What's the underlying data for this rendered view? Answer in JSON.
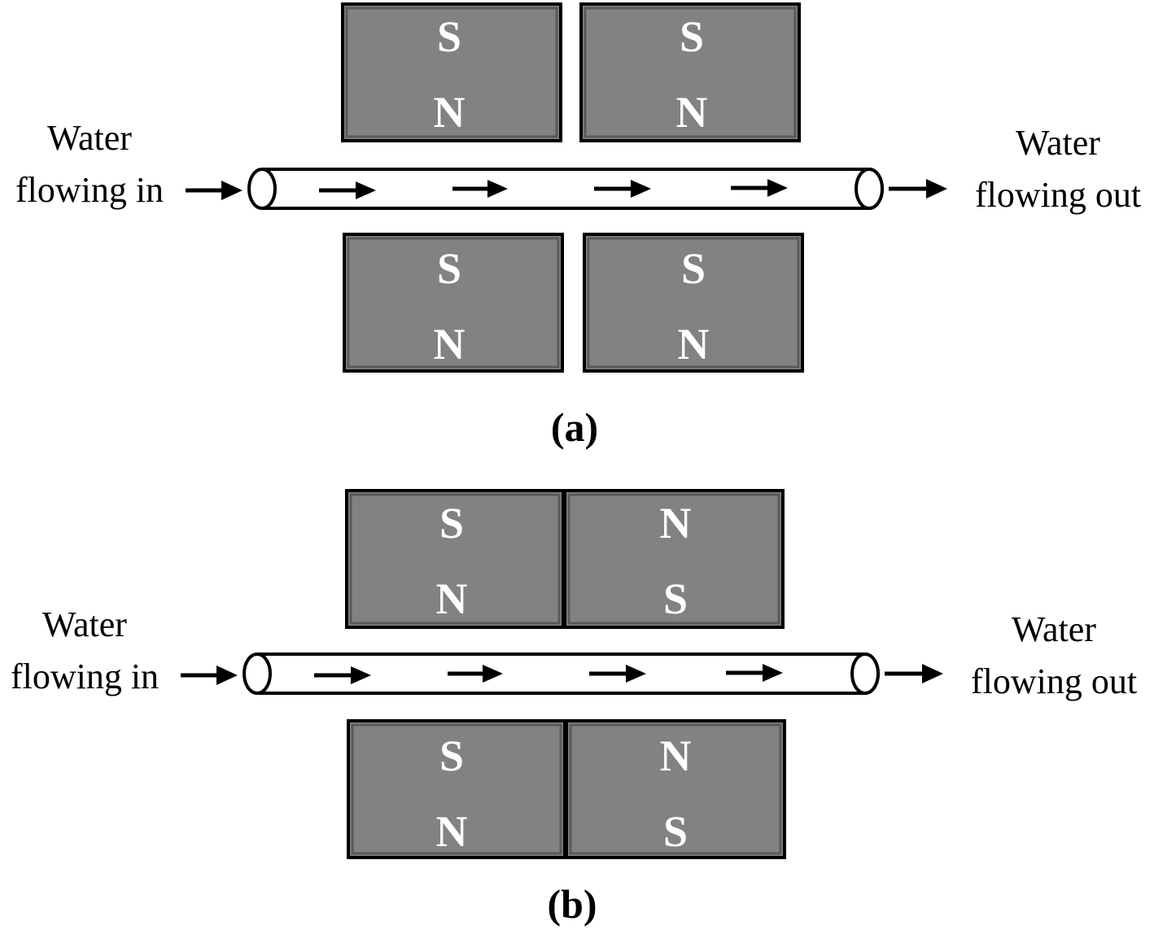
{
  "panels": [
    {
      "label": "(a)",
      "inlet": {
        "line1": "Water",
        "line2": "flowing in"
      },
      "outlet": {
        "line1": "Water",
        "line2": "flowing out"
      },
      "magnets": {
        "top_left": {
          "upper": "S",
          "lower": "N"
        },
        "top_right": {
          "upper": "S",
          "lower": "N"
        },
        "bottom_left": {
          "upper": "S",
          "lower": "N"
        },
        "bottom_right": {
          "upper": "S",
          "lower": "N"
        }
      }
    },
    {
      "label": "(b)",
      "inlet": {
        "line1": "Water",
        "line2": "flowing in"
      },
      "outlet": {
        "line1": "Water",
        "line2": "flowing out"
      },
      "magnets": {
        "top_left": {
          "upper": "S",
          "lower": "N"
        },
        "top_right": {
          "upper": "N",
          "lower": "S"
        },
        "bottom_left": {
          "upper": "S",
          "lower": "N"
        },
        "bottom_right": {
          "upper": "N",
          "lower": "S"
        }
      }
    }
  ],
  "colors": {
    "magnet_fill": "#828282",
    "outline": "#000000",
    "pole_text": "#ffffff"
  },
  "icons": {
    "flow_arrow": "right-arrow-icon"
  }
}
